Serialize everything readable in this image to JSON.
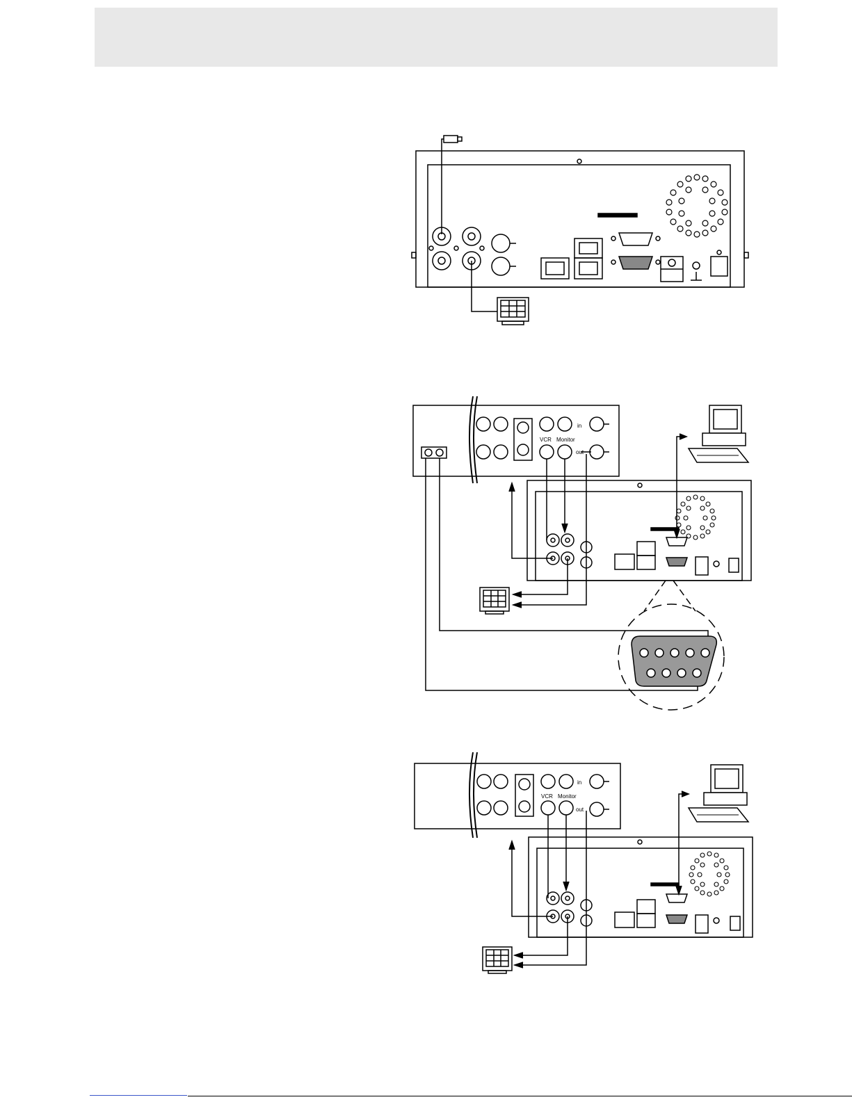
{
  "header": {
    "band_color": "#e8e8e8"
  },
  "figures": {
    "rear_panel_basic": {
      "icons": [
        "camera-icon",
        "monitor-icon"
      ]
    },
    "switcher_rs232": {
      "labels": {
        "in": "in",
        "out": "out",
        "vcr": "VCR",
        "monitor": "Monitor"
      },
      "icons": [
        "computer-icon",
        "monitor-icon",
        "db9-connector-icon"
      ]
    },
    "switcher_pc": {
      "labels": {
        "in": "in",
        "out": "out",
        "vcr": "VCR",
        "monitor": "Monitor"
      },
      "icons": [
        "computer-icon",
        "monitor-icon"
      ]
    }
  },
  "footer": {
    "link_color": "#3a56c9"
  }
}
